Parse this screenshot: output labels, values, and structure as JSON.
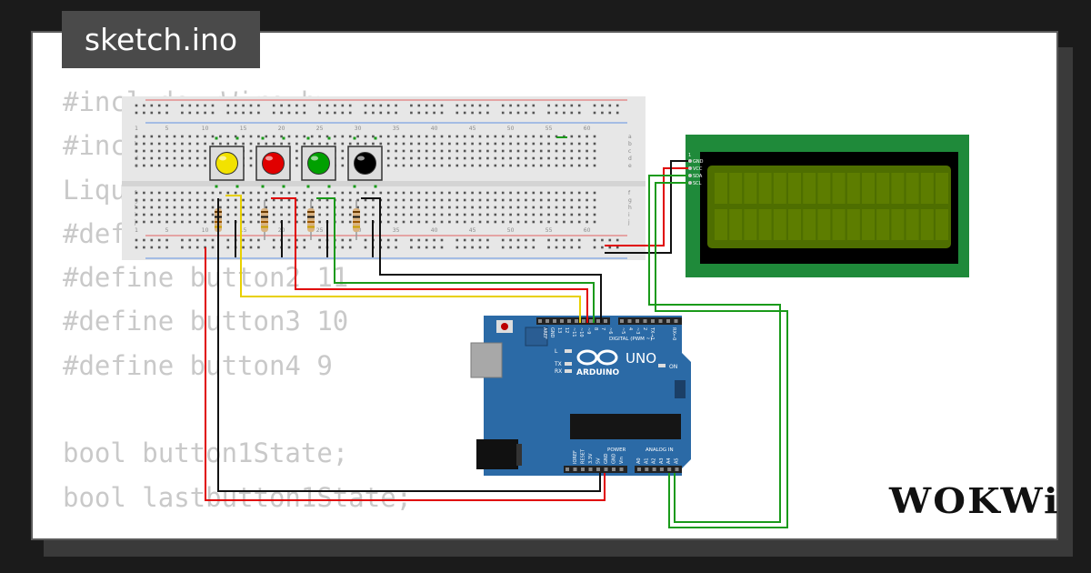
{
  "tab": {
    "filename": "sketch.ino"
  },
  "code_lines": [
    "#include <Wire.h>",
    "#include <LiquidCrystal_I2C.h>",
    "LiquidCrystal_I2C lcd(0x27,16,2);",
    "#define button1 12",
    "#define button2 11",
    "#define button3 10",
    "#define button4 9",
    "",
    "bool button1State;",
    "bool lastbutton1State;"
  ],
  "breadboard": {
    "column_numbers": [
      "1",
      "5",
      "10",
      "15",
      "20",
      "25",
      "30",
      "35",
      "40",
      "45",
      "50",
      "55",
      "60"
    ],
    "row_letters_top": [
      "a",
      "b",
      "c",
      "d",
      "e"
    ],
    "row_letters_bottom": [
      "f",
      "g",
      "h",
      "i",
      "j"
    ]
  },
  "buttons": [
    {
      "name": "yellow",
      "color": "#f2e200"
    },
    {
      "name": "red",
      "color": "#e00000"
    },
    {
      "name": "green",
      "color": "#00a000"
    },
    {
      "name": "black",
      "color": "#000000"
    }
  ],
  "lcd": {
    "pins": [
      "GND",
      "VCC",
      "SDA",
      "SCL"
    ],
    "pin1": "1"
  },
  "arduino": {
    "brand": "ARDUINO",
    "model": "UNO",
    "digital_label": "DIGITAL (PWM ~)",
    "digital_pins": [
      "AREF",
      "GND",
      "13",
      "12",
      "~11",
      "~10",
      "~9",
      "8",
      "7",
      "~6",
      "~5",
      "4",
      "~3",
      "2",
      "TX→1",
      "RX←0"
    ],
    "power_label": "POWER",
    "power_pins": [
      "IOREF",
      "RESET",
      "3.3V",
      "5V",
      "GND",
      "GND",
      "Vin"
    ],
    "analog_label": "ANALOG IN",
    "analog_pins": [
      "A0",
      "A1",
      "A2",
      "A3",
      "A4",
      "A5"
    ],
    "led_labels": [
      "L",
      "TX",
      "RX"
    ],
    "on_label": "ON"
  },
  "logo": {
    "text": "WOKWi"
  },
  "colors": {
    "wire_red": "#e00000",
    "wire_black": "#111111",
    "wire_yellow": "#e8d000",
    "wire_green": "#1a9a1a",
    "board_blue": "#2b6aa6",
    "lcd_green": "#1f8a3a",
    "lcd_screen": "#4e6e00"
  }
}
